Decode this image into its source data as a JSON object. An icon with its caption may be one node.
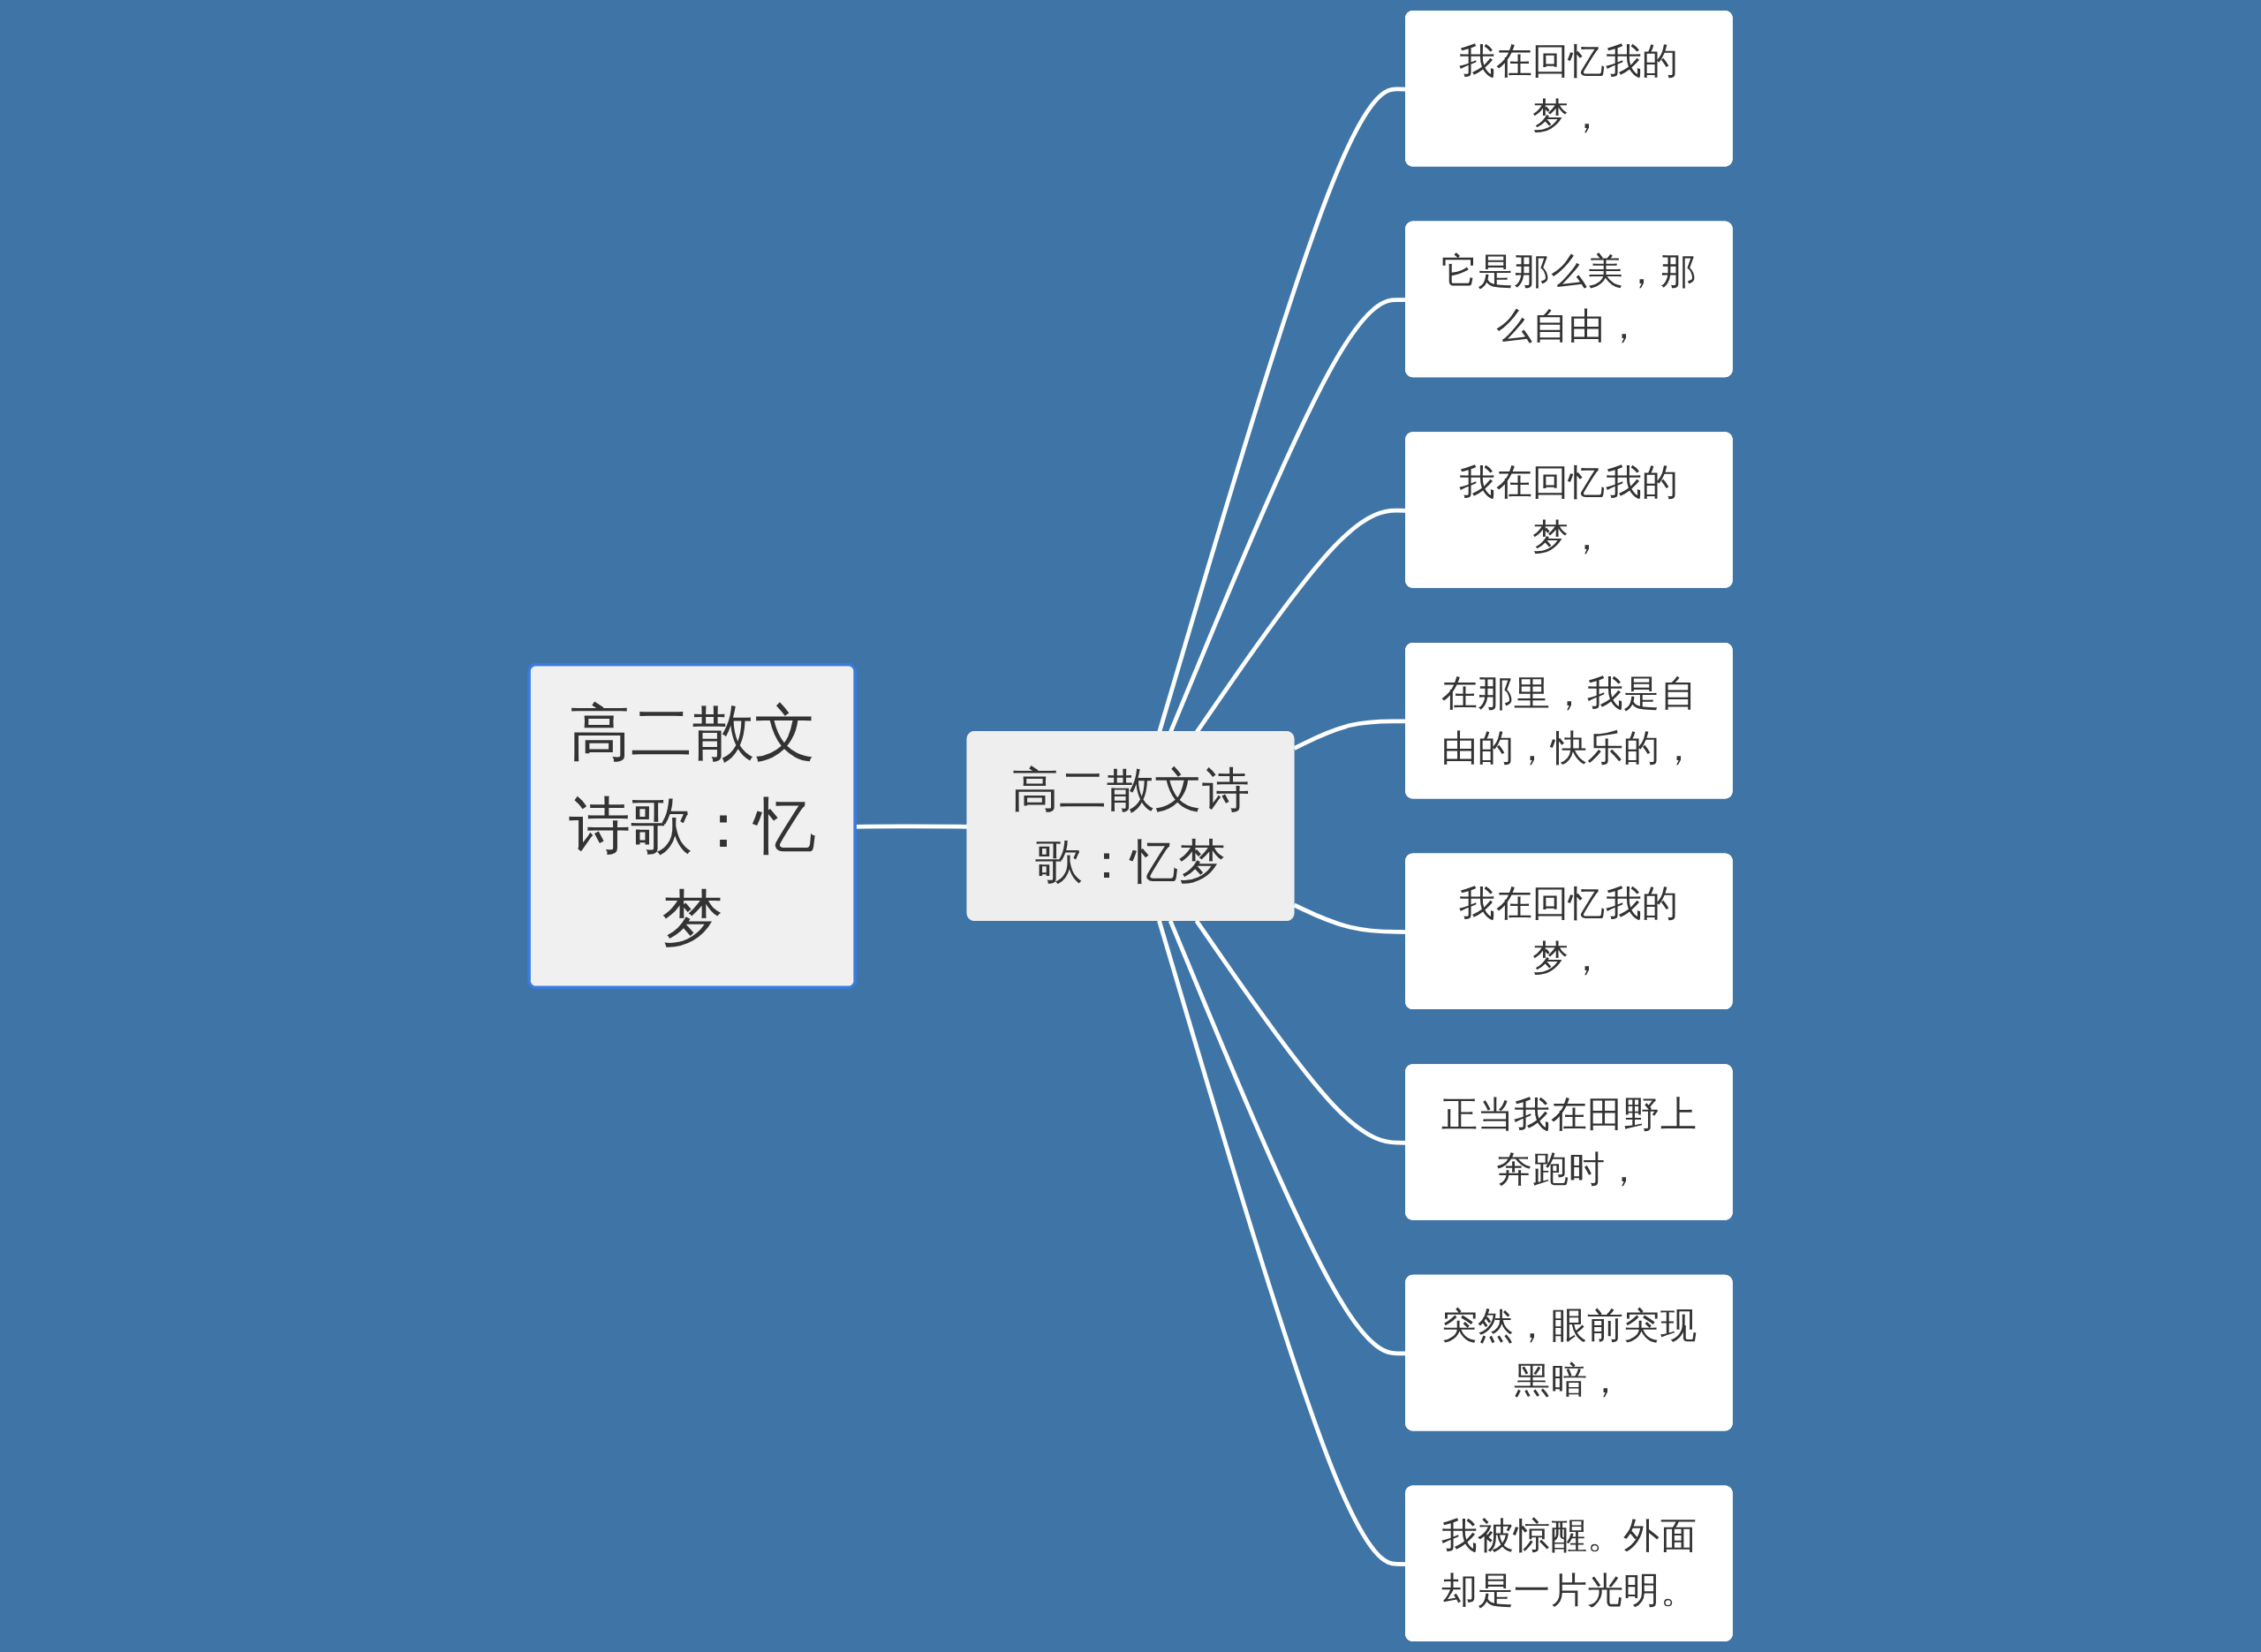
{
  "diagram": {
    "nodes": [
      {
        "text": [
          "高二散文诗歌：忆梦"
        ]
      },
      {
        "text": [
          "高二散文诗歌：忆梦"
        ]
      },
      {
        "text": [
          "我在回忆我的梦，"
        ]
      },
      {
        "text": [
          "它是那么美，那么自由，"
        ]
      },
      {
        "text": [
          "我在回忆我的梦，"
        ]
      },
      {
        "text": [
          "在那里，我是自由的，快乐的，"
        ]
      },
      {
        "text": [
          "我在回忆我的梦，"
        ]
      },
      {
        "text": [
          "正当我在田野上奔跑时，"
        ]
      },
      {
        "text": [
          "突然，眼前突现黑暗，"
        ]
      },
      {
        "text": [
          "我被惊醒。外面却是一片光明。"
        ]
      }
    ],
    "edges": [
      {
        "from": 0,
        "to": 1,
        "arrow": "none"
      },
      {
        "from": 1,
        "to": 2,
        "arrow": "none"
      },
      {
        "from": 1,
        "to": 3,
        "arrow": "none"
      },
      {
        "from": 1,
        "to": 4,
        "arrow": "none"
      },
      {
        "from": 1,
        "to": 5,
        "arrow": "none"
      },
      {
        "from": 1,
        "to": 6,
        "arrow": "none"
      },
      {
        "from": 1,
        "to": 7,
        "arrow": "none"
      },
      {
        "from": 1,
        "to": 8,
        "arrow": "none"
      },
      {
        "from": 1,
        "to": 9,
        "arrow": "none"
      }
    ]
  }
}
